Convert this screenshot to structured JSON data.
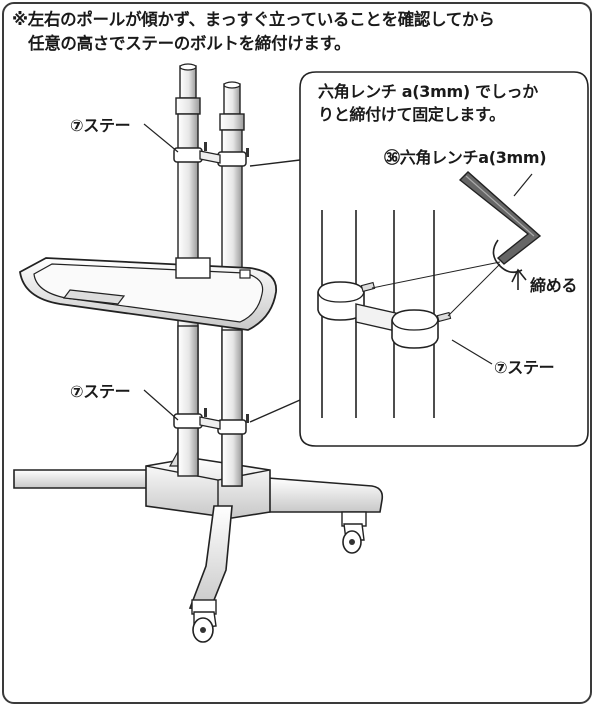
{
  "note": {
    "line1": "※左右のポールが傾かず、まっすぐ立っていることを確認してから",
    "line2": "任意の高さでステーのボルトを締付けます。"
  },
  "labels": {
    "stay_upper": "⑦ステー",
    "stay_lower": "⑦ステー",
    "detail_line1": "六角レンチ a(3mm) でしっか",
    "detail_line2": "りと締付けて固定します。",
    "wrench": "㊱六角レンチa(3mm)",
    "tighten": "締める",
    "stay_detail": "⑦ステー"
  }
}
